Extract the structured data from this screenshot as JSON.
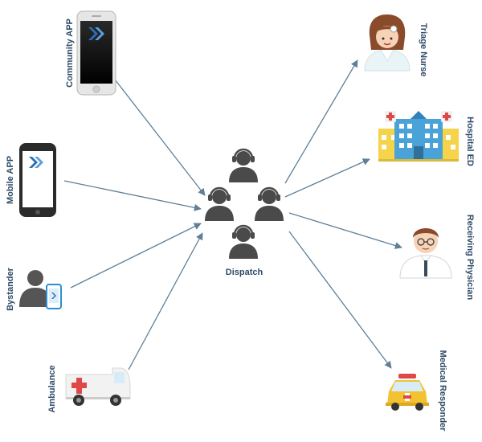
{
  "center": {
    "label": "Dispatch",
    "icon": "headset-operators-icon"
  },
  "inputs": [
    {
      "label": "Community APP",
      "icon": "smartphone-app-icon"
    },
    {
      "label": "Mobile APP",
      "icon": "smartphone-app-icon"
    },
    {
      "label": "Bystander",
      "icon": "person-with-phone-icon"
    },
    {
      "label": "Ambulance",
      "icon": "ambulance-icon"
    }
  ],
  "outputs": [
    {
      "label": "Triage Nurse",
      "icon": "nurse-icon"
    },
    {
      "label": "Hospital ED",
      "icon": "hospital-icon"
    },
    {
      "label": "Receiving Physician",
      "icon": "doctor-icon"
    },
    {
      "label": "Medical Responder",
      "icon": "emergency-vehicle-icon"
    }
  ],
  "colors": {
    "arrow": "#5f7f96",
    "label": "#2e4a66",
    "operator": "#4a4a4a",
    "app_logo": "#2a6fb5"
  }
}
